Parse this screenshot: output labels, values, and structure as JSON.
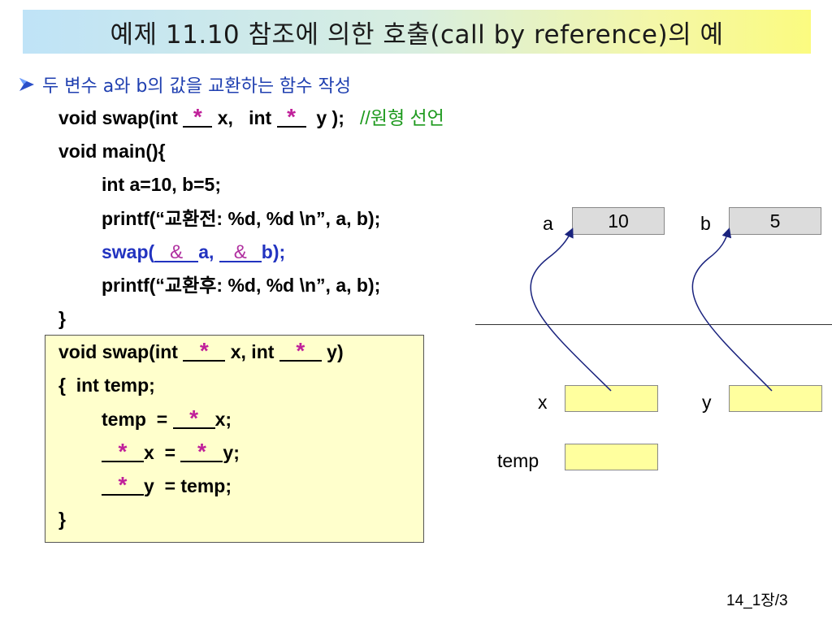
{
  "title": "예제 11.10  참조에 의한 호출(call by reference)의 예",
  "bullet": "두 변수 a와 b의 값을 교환하는 함수 작성",
  "code": {
    "l1_a": "void swap(int ",
    "l1_b": " x,   int ",
    "l1_c": "  y );   ",
    "l1_comment": "//원형 선언",
    "l2": "void main(){",
    "l3": "int a=10, b=5;",
    "l4": "printf(“교환전: %d, %d \\n”, a, b);",
    "l5_a": "swap(",
    "l5_b": "a, ",
    "l5_c": "b);",
    "l6": "printf(“교환후: %d, %d \\n”, a, b);",
    "l7": "}",
    "l8_a": "void swap(int ",
    "l8_b": " x, int ",
    "l8_c": " y)",
    "l9": "{  int temp;",
    "l10_a": "temp  = ",
    "l10_b": "x;",
    "l11_a": "x  = ",
    "l11_b": "y;",
    "l12_a": "y  = temp;",
    "l13": "}",
    "star": "*",
    "amp": "&"
  },
  "memory": {
    "a_label": "a",
    "a_value": "10",
    "b_label": "b",
    "b_value": "5",
    "x_label": "x",
    "y_label": "y",
    "temp_label": "temp"
  },
  "page_number": "14_1장/3",
  "colors": {
    "accent_blue": "#2233c0",
    "comment_green": "#1e9a1e",
    "star_magenta": "#c0209a",
    "box_yellow": "#ffffcc"
  }
}
